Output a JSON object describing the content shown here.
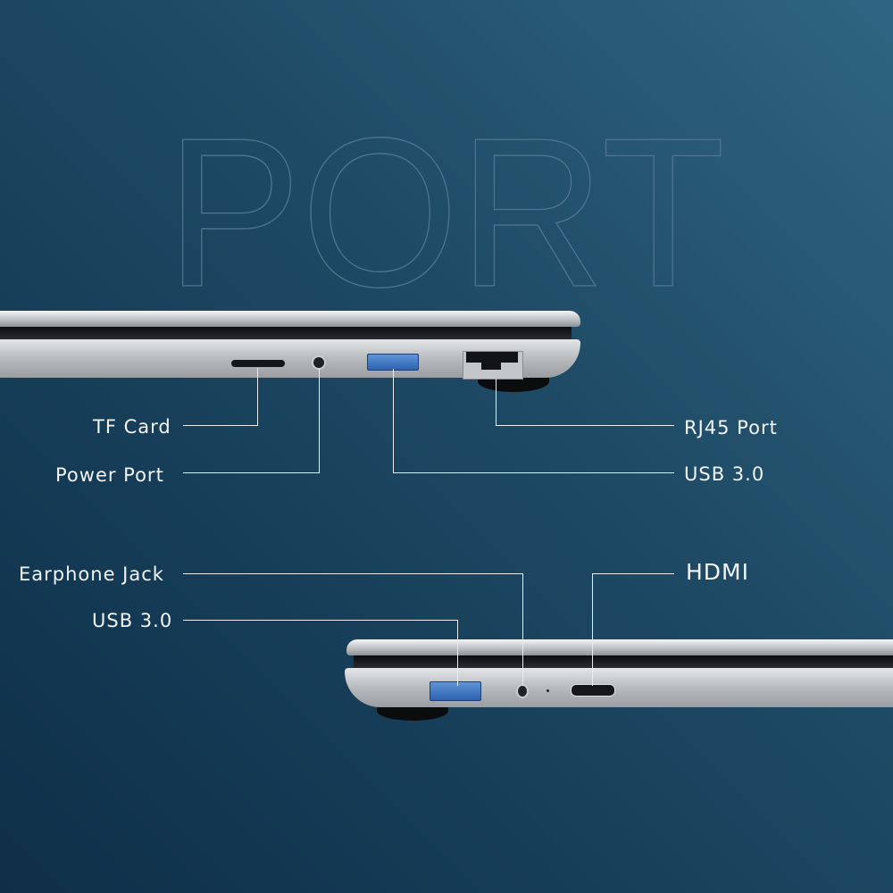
{
  "title": "PORT",
  "top_side": {
    "labels": {
      "tf_card": "TF Card",
      "power_port": "Power Port",
      "rj45_port": "RJ45 Port",
      "usb": "USB 3.0"
    }
  },
  "bottom_side": {
    "labels": {
      "earphone_jack": "Earphone Jack",
      "usb": "USB 3.0",
      "hdmi": "HDMI"
    }
  },
  "colors": {
    "usb_port": "#3a72c2",
    "background": "#1f4b66"
  }
}
